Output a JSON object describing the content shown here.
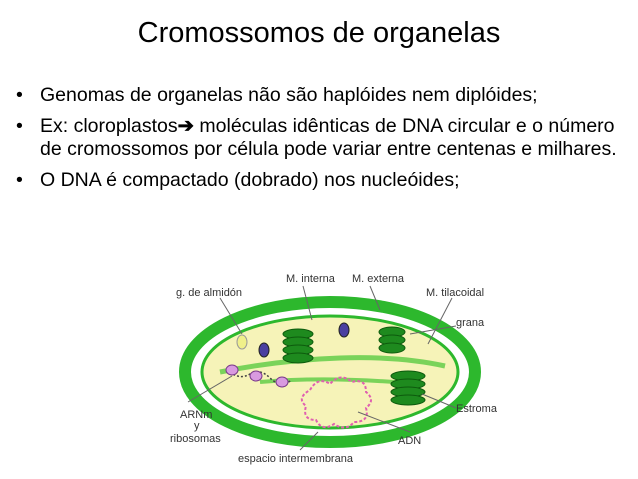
{
  "slide": {
    "title": "Cromossomos de organelas",
    "bullets": [
      {
        "text": "Genomas de organelas não são haplóides nem diplóides;"
      },
      {
        "before_arrow": "Ex: cloroplastos",
        "after_arrow": " moléculas idênticas de DNA circular e o número de cromossomos por célula pode variar entre centenas e milhares."
      },
      {
        "text": "O DNA é compactado (dobrado) nos nucleóides;"
      }
    ]
  },
  "diagram": {
    "labels": {
      "m_interna": "M. interna",
      "m_externa": "M. externa",
      "g_almidon": "g. de almidón",
      "m_tilacoidal": "M. tilacoidal",
      "grana": "grana",
      "arnm": "ARNm",
      "y": "y",
      "ribosomas": "ribosomas",
      "estroma": "Estroma",
      "adn": "ADN",
      "espacio": "espacio intermembrana"
    }
  }
}
